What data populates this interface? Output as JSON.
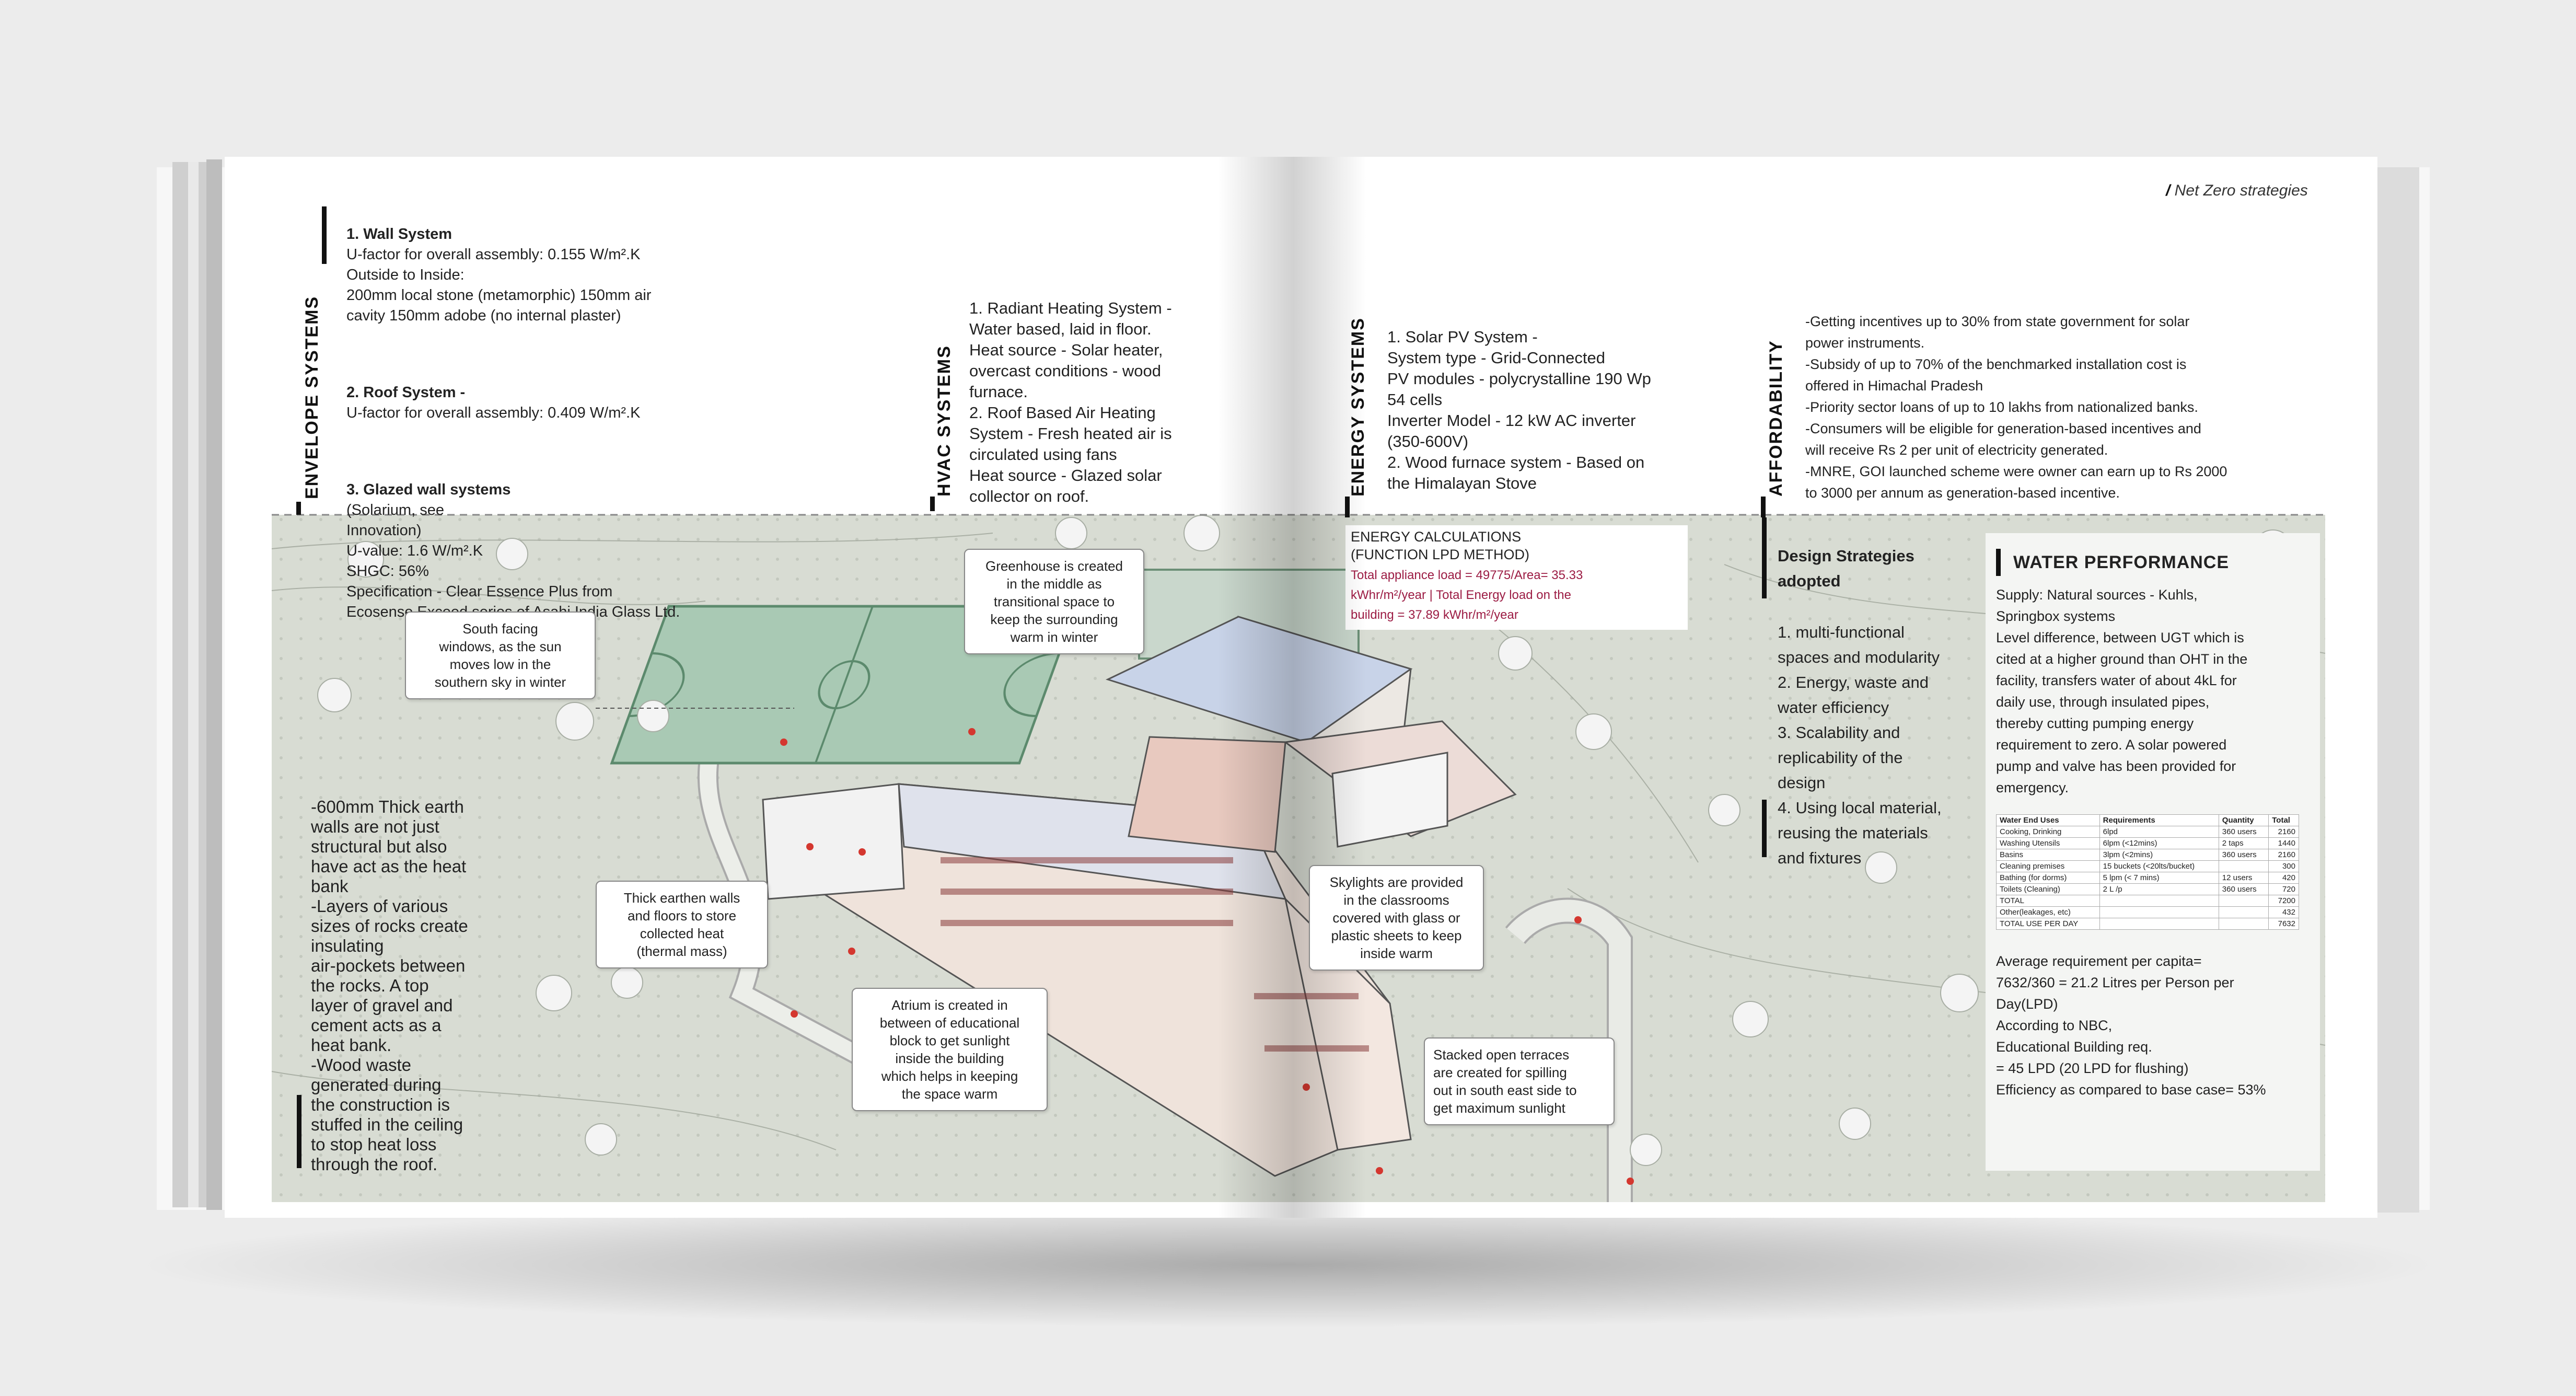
{
  "header": {
    "section_label": "Net Zero strategies"
  },
  "envelope": {
    "label": "ENVELOPE  SYSTEMS",
    "wall_title": "1. Wall System",
    "wall_text": "U-factor for overall assembly: 0.155 W/m².K\nOutside to Inside:\n200mm local stone (metamorphic) 150mm air\ncavity 150mm adobe (no internal plaster)",
    "roof_title": "2. Roof System -",
    "roof_text": "U-factor for overall assembly: 0.409 W/m².K",
    "glazed_title": "3. Glazed wall systems",
    "glazed_text": "(Solarium, see\nInnovation)\nU-value: 1.6 W/m².K\nSHGC: 56%\nSpecification - Clear Essence Plus from\nEcosense Exceed series of Asahi India Glass Ltd."
  },
  "hvac": {
    "label": "HVAC SYSTEMS",
    "text": "1. Radiant Heating System -\nWater based, laid in floor.\nHeat source - Solar heater,\novercast conditions - wood\nfurnace.\n2. Roof Based Air Heating\nSystem - Fresh heated air is\ncirculated using fans\nHeat source - Glazed solar\ncollector on roof."
  },
  "energy": {
    "label": "ENERGY SYSTEMS",
    "text": "1. Solar PV System -\nSystem type - Grid-Connected\nPV modules - polycrystalline 190 Wp\n54 cells\nInverter Model - 12 kW AC inverter\n(350-600V)\n2. Wood furnace system - Based on\nthe Himalayan Stove"
  },
  "affordability": {
    "label": "AFFORDABILITY",
    "text": "-Getting incentives up to 30% from state government for solar\npower instruments.\n-Subsidy of up to 70% of the benchmarked installation cost is\noffered in Himachal Pradesh\n-Priority sector loans of up to 10 lakhs from nationalized banks.\n-Consumers will be eligible for generation-based incentives and\nwill receive Rs 2 per unit of electricity generated.\n-MNRE, GOI launched scheme were owner can earn up to Rs 2000\nto 3000 per annum as generation-based incentive."
  },
  "energy_calc": {
    "title": "ENERGY CALCULATIONS\n(FUNCTION LPD METHOD)",
    "text": "Total appliance load = 49775/Area= 35.33\nkWhr/m²/year     |     Total Energy load on the\nbuilding = 37.89 kWhr/m²/year"
  },
  "callouts": {
    "south": "South facing\nwindows, as the sun\nmoves low in the\nsouthern sky in winter",
    "greenhouse": "Greenhouse is created\nin the middle as\ntransitional space to\nkeep the surrounding\nwarm in winter",
    "earthen": "Thick earthen walls\nand floors to store\ncollected heat\n(thermal mass)",
    "skylights": "Skylights are provided\nin the classrooms\ncovered with glass or\nplastic sheets to keep\ninside warm",
    "atrium": "Atrium is created  in\nbetween of educational\nblock to get sunlight\ninside the building\nwhich helps in keeping\nthe space warm",
    "terraces": "Stacked open terraces\nare created for spilling\nout in south east side to\nget maximum sunlight"
  },
  "left_text": "-600mm Thick earth\nwalls are not just\nstructural but also\nhave act as the heat\nbank\n-Layers of various\nsizes of rocks create\ninsulating\nair-pockets between\nthe rocks. A top\nlayer of gravel and\ncement acts as a\nheat bank.\n-Wood waste\ngenerated during\nthe construction is\nstuffed in the ceiling\nto stop heat loss\nthrough the roof.",
  "design": {
    "title": "Design Strategies\nadopted",
    "items": "1. multi-functional\nspaces and modularity\n2.  Energy, waste and\nwater efficiency\n3. Scalability and\nreplicability of the\ndesign\n4. Using local material,\nreusing the materials\nand fixtures"
  },
  "water": {
    "title": "WATER PERFORMANCE",
    "intro": "Supply: Natural sources - Kuhls,\nSpringbox systems\nLevel difference, between UGT which is\ncited at a higher ground than OHT in the\nfacility, transfers water of about 4kL for\ndaily use, through insulated pipes,\nthereby cutting pumping energy\nrequirement to zero. A solar powered\npump and valve has been provided for\nemergency.",
    "table": {
      "headers": [
        "Water End Uses",
        "Requirements",
        "Quantity",
        "Total"
      ],
      "rows": [
        [
          "Cooking, Drinking",
          "6lpd",
          "360 users",
          "2160"
        ],
        [
          "Washing Utensils",
          "6lpm (<12mins)",
          "2 taps",
          "1440"
        ],
        [
          "Basins",
          "3lpm (<2mins)",
          "360 users",
          "2160"
        ],
        [
          "Cleaning premises",
          "15 buckets (<20lts/bucket)",
          "",
          "300"
        ],
        [
          "Bathing (for dorms)",
          "5 lpm (< 7 mins)",
          "12 users",
          "420"
        ],
        [
          "Toilets (Cleaning)",
          "2 L /p",
          "360 users",
          "720"
        ],
        [
          "TOTAL",
          "",
          "",
          "7200"
        ],
        [
          "Other(leakages, etc)",
          "",
          "",
          "432"
        ],
        [
          "TOTAL USE PER DAY",
          "",
          "",
          "7632"
        ]
      ]
    },
    "summary": "Average requirement per capita=\n7632/360 = 21.2 Litres per Person per\nDay(LPD)\n According to NBC,\nEducational Building req.\n= 45 LPD (20 LPD for flushing)\nEfficiency as compared to base case= 53%"
  },
  "colors": {
    "accent": "#9c1c44",
    "map": "#d7dbd2",
    "paper": "#ffffff"
  }
}
